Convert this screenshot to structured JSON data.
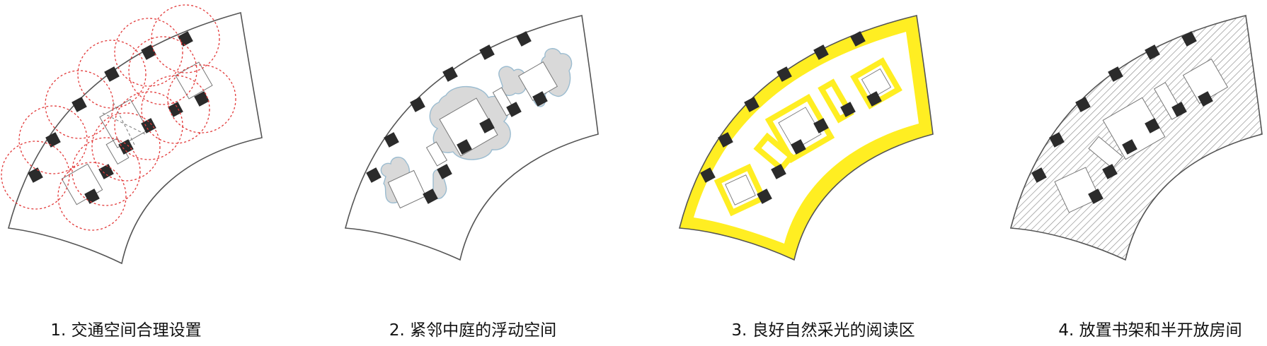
{
  "captions": {
    "c1": "1. 交通空间合理设置",
    "c2": "2. 紧邻中庭的浮动空间",
    "c3": "3. 良好自然采光的阅读区",
    "c4": "4. 放置书架和半开放房间"
  },
  "colors": {
    "outline": "#555555",
    "column": "#2b2b2b",
    "circulation_circle": "#e23a3a",
    "floating_space_fill": "#d9d9d9",
    "floating_space_edge": "#9bbcd0",
    "reading_zone": "#ffee22",
    "shelf_hatch": "#8a8a8a"
  },
  "diagram_count": 4
}
